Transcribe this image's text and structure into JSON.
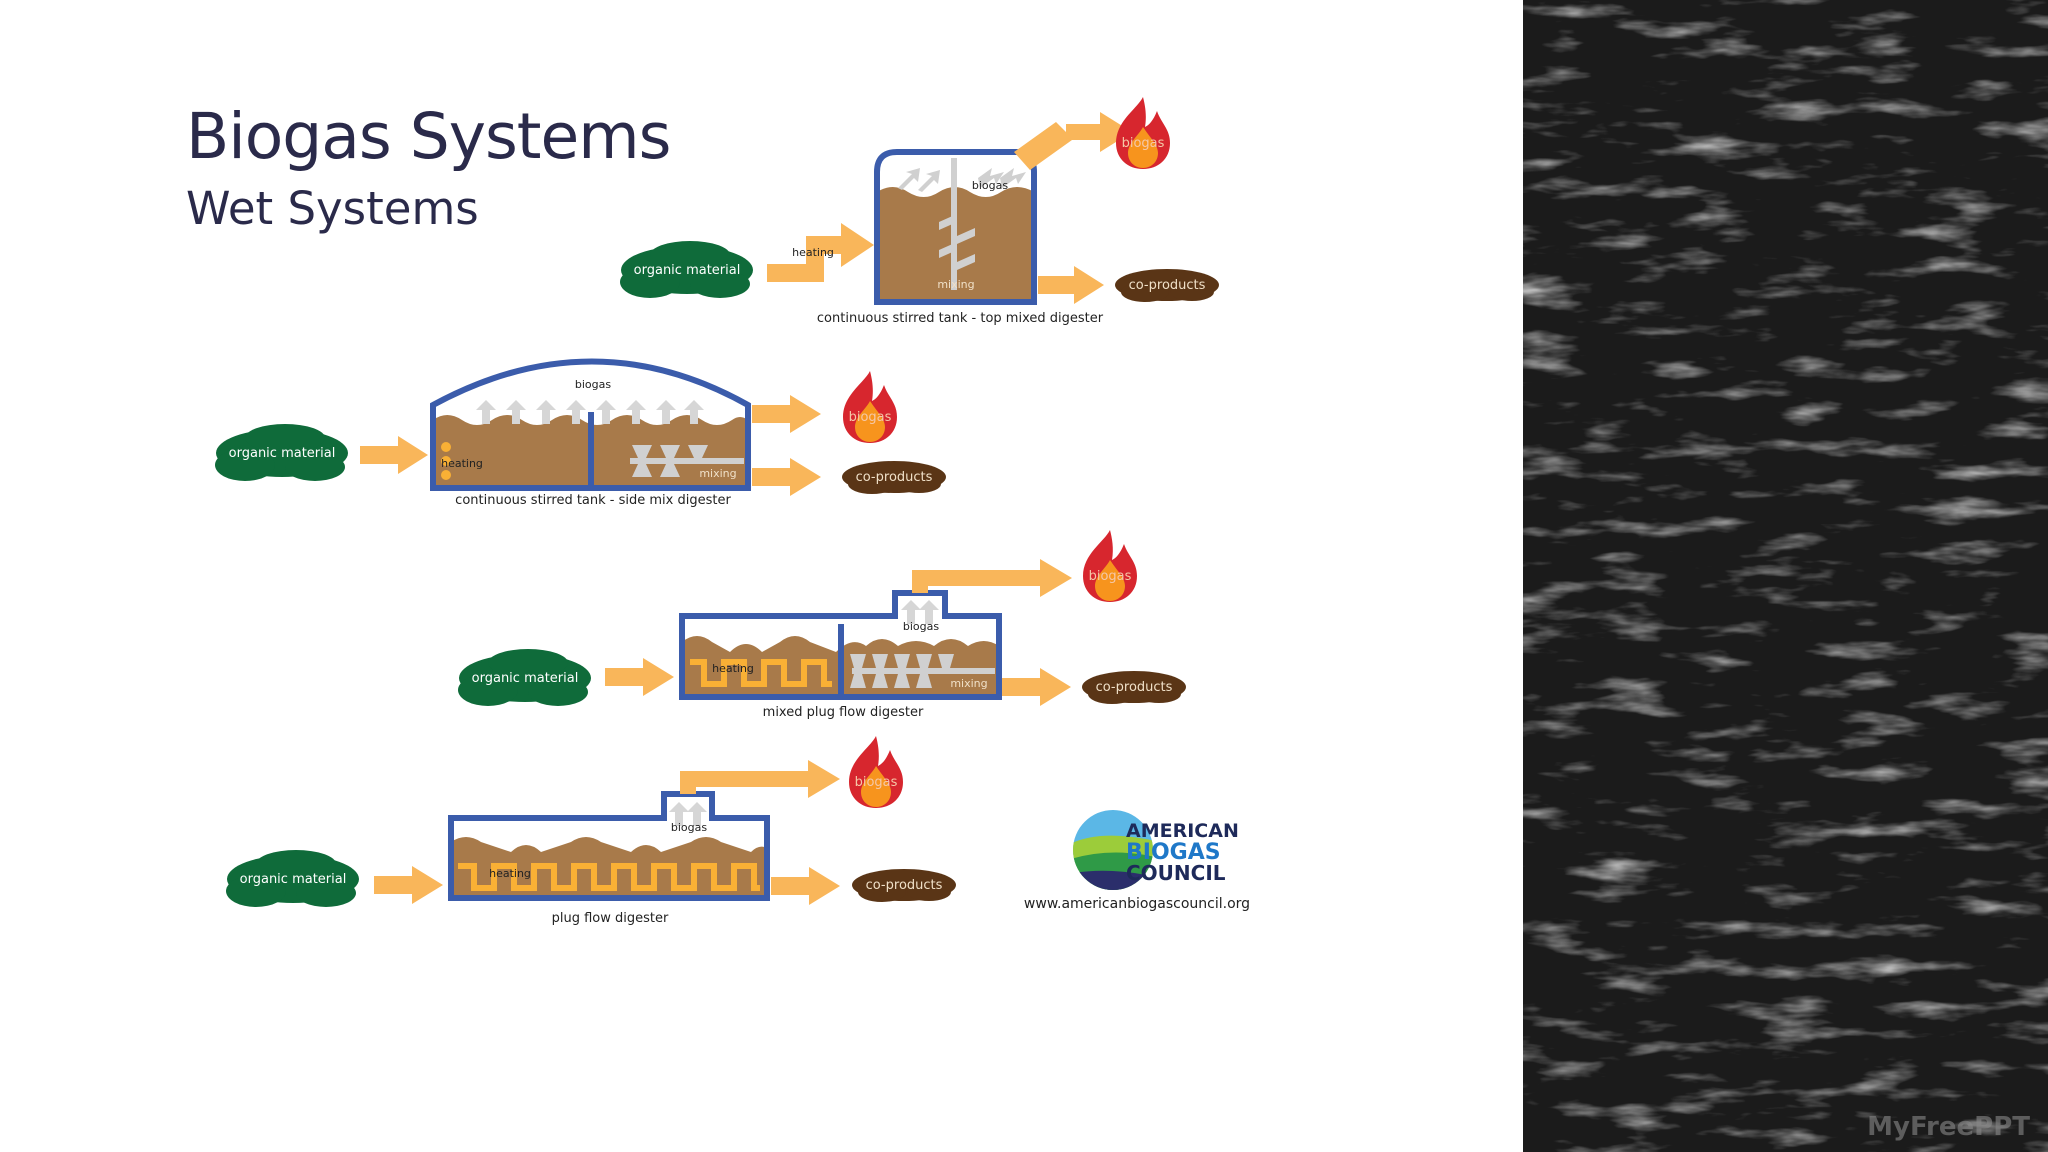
{
  "slide": {
    "title": "Biogas Systems",
    "subtitle": "Wet Systems",
    "watermark": "MyFreePPT"
  },
  "diagrams": [
    {
      "caption": "continuous stirred tank - top mixed digester",
      "input": "organic material",
      "heating": "heating",
      "biogas_inner": "biogas",
      "mixing": "mixing",
      "output_biogas": "biogas",
      "output_coproducts": "co-products"
    },
    {
      "caption": "continuous stirred tank - side mix digester",
      "input": "organic material",
      "heating": "heating",
      "biogas_inner": "biogas",
      "mixing": "mixing",
      "output_biogas": "biogas",
      "output_coproducts": "co-products"
    },
    {
      "caption": "mixed plug flow digester",
      "input": "organic material",
      "heating": "heating",
      "biogas_inner": "biogas",
      "mixing": "mixing",
      "output_biogas": "biogas",
      "output_coproducts": "co-products"
    },
    {
      "caption": "plug flow digester",
      "input": "organic material",
      "heating": "heating",
      "biogas_inner": "biogas",
      "output_biogas": "biogas",
      "output_coproducts": "co-products"
    }
  ],
  "logo": {
    "line1": "AMERICAN",
    "line2": "BIOGAS",
    "line3": "COUNCIL",
    "url": "www.americanbiogascouncil.org"
  },
  "colors": {
    "tank_border": "#3b5cab",
    "digestate": "#a87a4a",
    "arrow": "#f9b65a",
    "organic": "#0f6b3a",
    "coproducts": "#5a3516",
    "flame_outer": "#d7262e",
    "flame_inner": "#f7941d",
    "heating_coil": "#f9b035",
    "gas_arrow": "#d0d0d0",
    "title_text": "#2a2a4a"
  }
}
